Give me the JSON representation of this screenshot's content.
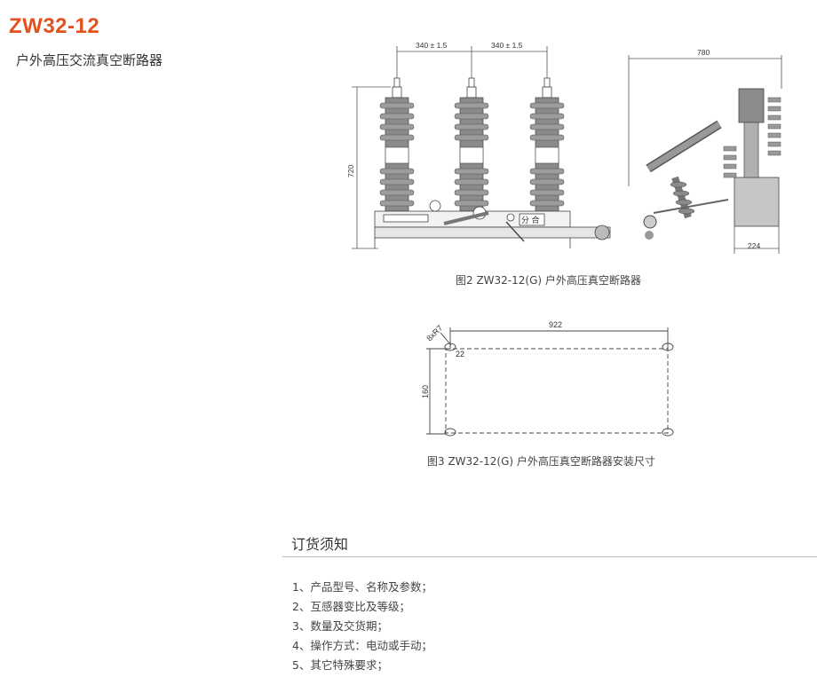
{
  "header": {
    "model": "ZW32-12",
    "subtitle": "户外高压交流真空断路器"
  },
  "figure2": {
    "caption": "图2  ZW32-12(G) 户外高压真空断路器",
    "dim_pitch_1": "340 ± 1.5",
    "dim_pitch_2": "340 ± 1.5",
    "dim_height": "720",
    "dim_width_side": "780",
    "dim_base_side": "224",
    "panel_label": "分 合"
  },
  "figure3": {
    "caption": "图3  ZW32-12(G) 户外高压真空断路器安装尺寸",
    "dim_holes": "8xR7",
    "dim_width": "922",
    "dim_offset": "22",
    "dim_height": "160"
  },
  "ordering": {
    "title": "订货须知",
    "items": [
      "1、产品型号、名称及参数；",
      "2、互感器变比及等级；",
      "3、数量及交货期；",
      "4、操作方式：电动或手动；",
      "5、其它特殊要求；"
    ]
  }
}
